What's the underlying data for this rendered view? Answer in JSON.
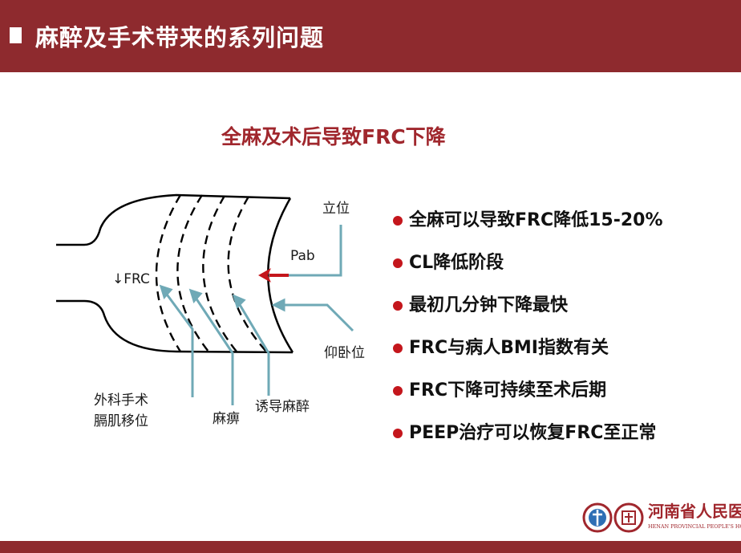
{
  "header": {
    "title": "麻醉及手术带来的系列问题"
  },
  "slide": {
    "subtitle": "全麻及术后导致FRC下降",
    "diagram": {
      "frc": "↓FRC",
      "upright": "立位",
      "pab": "Pab",
      "supine": "仰卧位",
      "surgery_line1": "外科手术",
      "surgery_line2": "膈肌移位",
      "paralysis": "麻痹",
      "induction": "诱导麻醉"
    },
    "bullets": [
      "全麻可以导致FRC降低15-20%",
      "CL降低阶段",
      "最初几分钟下降最快",
      "FRC与病人BMI指数有关",
      "FRC下降可持续至术后期",
      "PEEP治疗可以恢复FRC至正常"
    ]
  },
  "logo": {
    "name": "河南省人民医院",
    "english": "HENAN PROVINCIAL PEOPLE'S HOSPITAL"
  },
  "colors": {
    "header_bg": "#8e2a2e",
    "accent_red": "#c4161c",
    "teal": "#6fa9b6"
  }
}
